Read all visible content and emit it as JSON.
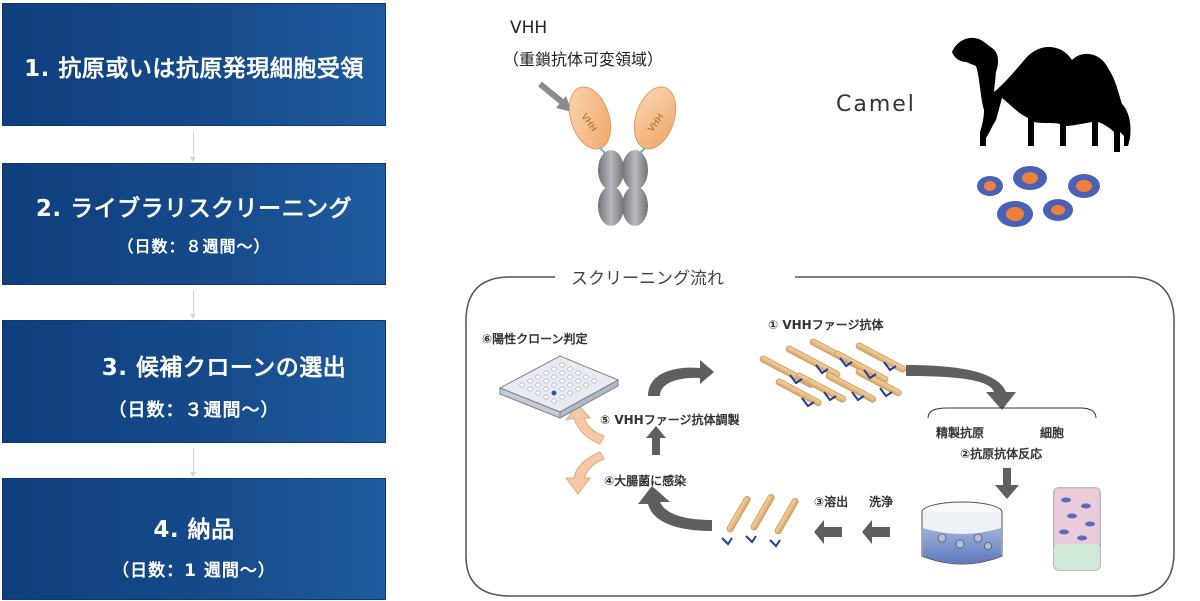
{
  "steps": [
    {
      "title": "1. 抗原或いは抗原発現細胞受領",
      "sub": ""
    },
    {
      "title": "2. ライブラリスクリーニング",
      "sub": "（日数：８週間〜）"
    },
    {
      "title": "3. 候補クローンの選出",
      "sub": "（日数：３週間〜）"
    },
    {
      "title": "4. 納品",
      "sub": "（日数：1 週間〜）"
    }
  ],
  "antibody": {
    "title": "VHH",
    "subtitle": "（重鎖抗体可変領域）",
    "domain_label": "VHH"
  },
  "camel": {
    "label": "Camel"
  },
  "screening": {
    "title": "スクリーニング流れ",
    "labels": {
      "phage": "① VHHファージ抗体",
      "antigen_reaction": "②抗原抗体反応",
      "purified_antigen": "精製抗原",
      "cells": "細胞",
      "elution": "③溶出",
      "wash": "洗浄",
      "infection": "④大腸菌に感染",
      "preparation": "⑤ VHHファージ抗体調製",
      "positive": "⑥陽性クローン判定"
    }
  },
  "colors": {
    "box_dark": "#0e3f7d",
    "box_light": "#1f5c9f",
    "vhh_orange": "#f4b37e",
    "heavy_chain_gray": "#8d8f96",
    "cell_blue": "#4a62b5",
    "cell_orange": "#f07f3c",
    "arrow_gray": "#5f5f5f",
    "arrow_peach": "#f5c9a7"
  }
}
